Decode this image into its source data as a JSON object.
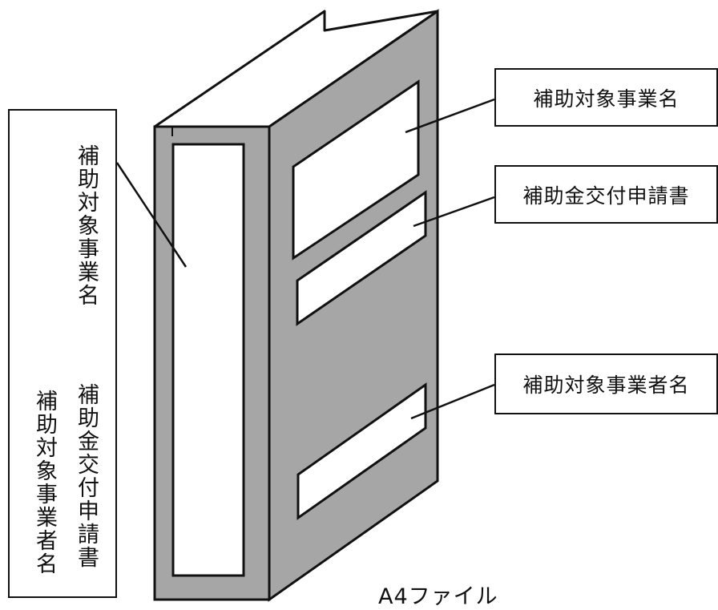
{
  "colors": {
    "binder_gray": "#a6a6a6",
    "outline": "#111111",
    "label_fill": "#ffffff",
    "page_top": "#ffffff"
  },
  "spine_label": {
    "subject_name": "補助対象事業名",
    "document_name": "補助金交付申請書",
    "applicant_name": "補助対象事業者名"
  },
  "callouts": {
    "project_name": "補助対象事業名",
    "application_form": "補助金交付申請書",
    "applicant_name": "補助対象事業者名"
  },
  "caption": "A4ファイル"
}
